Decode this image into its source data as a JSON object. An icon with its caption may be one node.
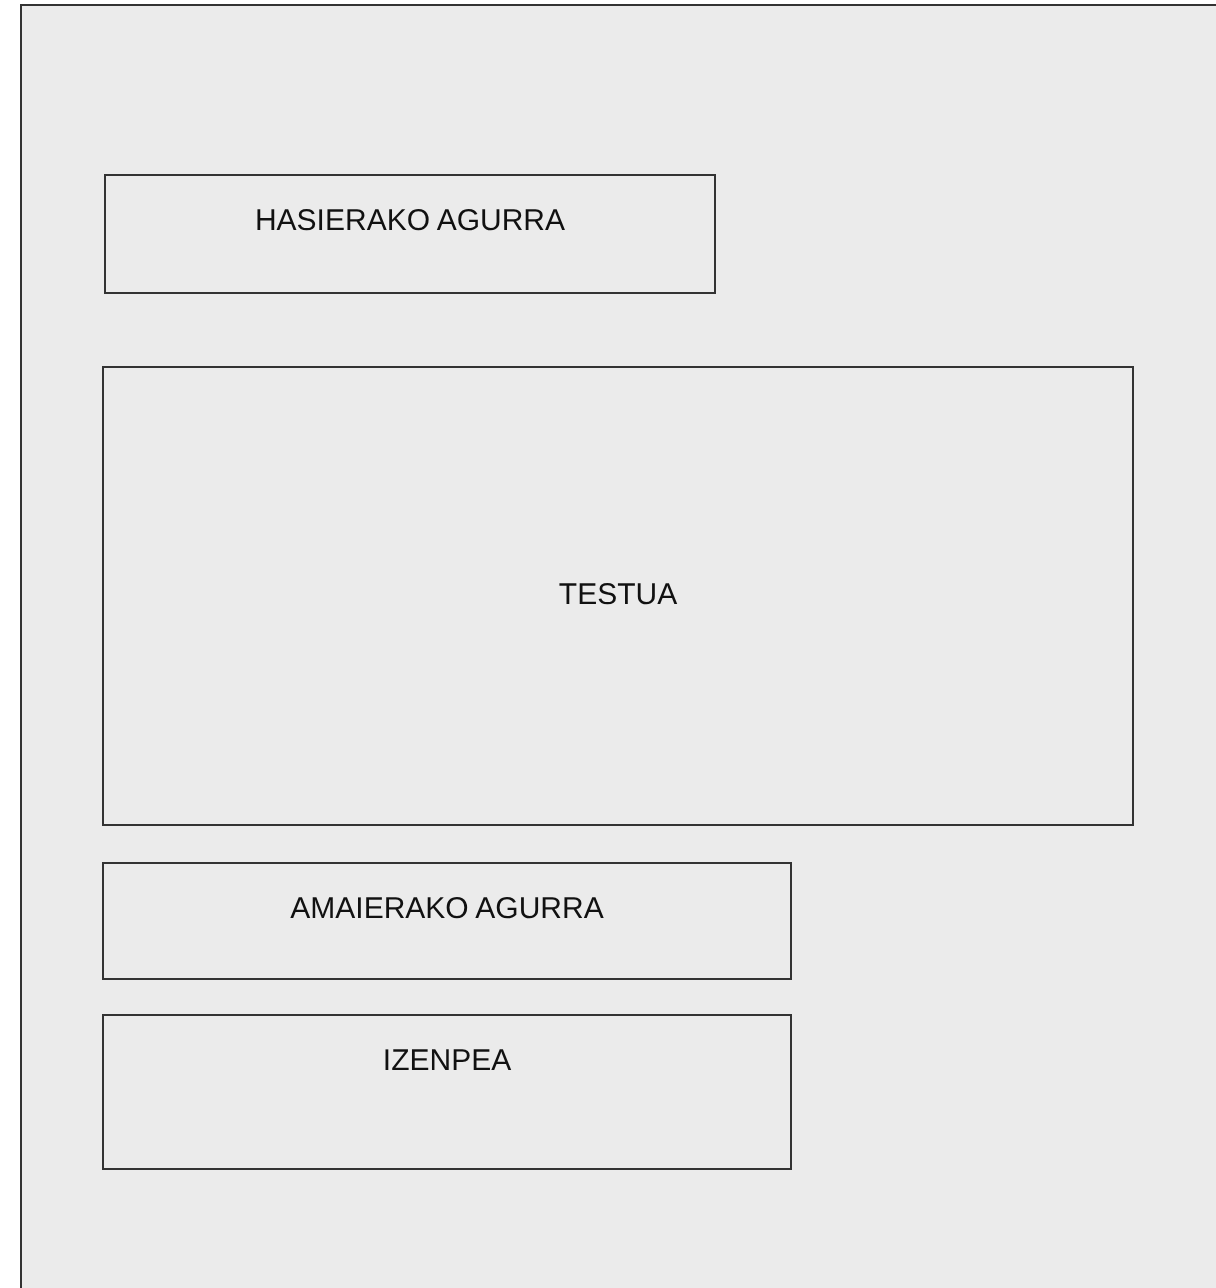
{
  "diagram": {
    "nodes": [
      {
        "text": [],
        "shape": "box"
      },
      {
        "text": [
          "HASIERAKO AGURRA"
        ],
        "in": 0
      },
      {
        "text": [
          "TESTUA"
        ],
        "in": 0
      },
      {
        "text": [
          "AMAIERAKO AGURRA"
        ],
        "in": 0
      },
      {
        "text": [
          "IZENPEA"
        ],
        "in": 0
      }
    ]
  }
}
